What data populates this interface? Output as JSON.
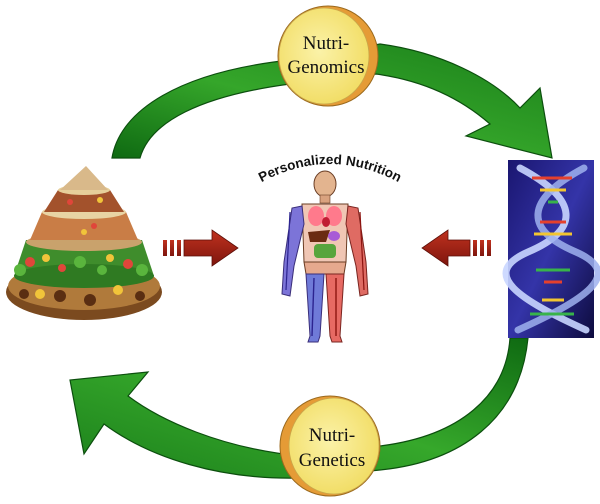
{
  "diagram": {
    "title": "Personalized Nutrition",
    "nodes": {
      "nutrigenomics": {
        "line1": "Nutri-",
        "line2": "Genomics"
      },
      "nutrigenetics": {
        "line1": "Nutri-",
        "line2": "Genetics"
      }
    }
  },
  "colors": {
    "arrow_green": "#1f8f1a",
    "arrow_red": "#a01b12",
    "node_fill": "#f7e77a",
    "node_rim": "#e7a23a"
  }
}
